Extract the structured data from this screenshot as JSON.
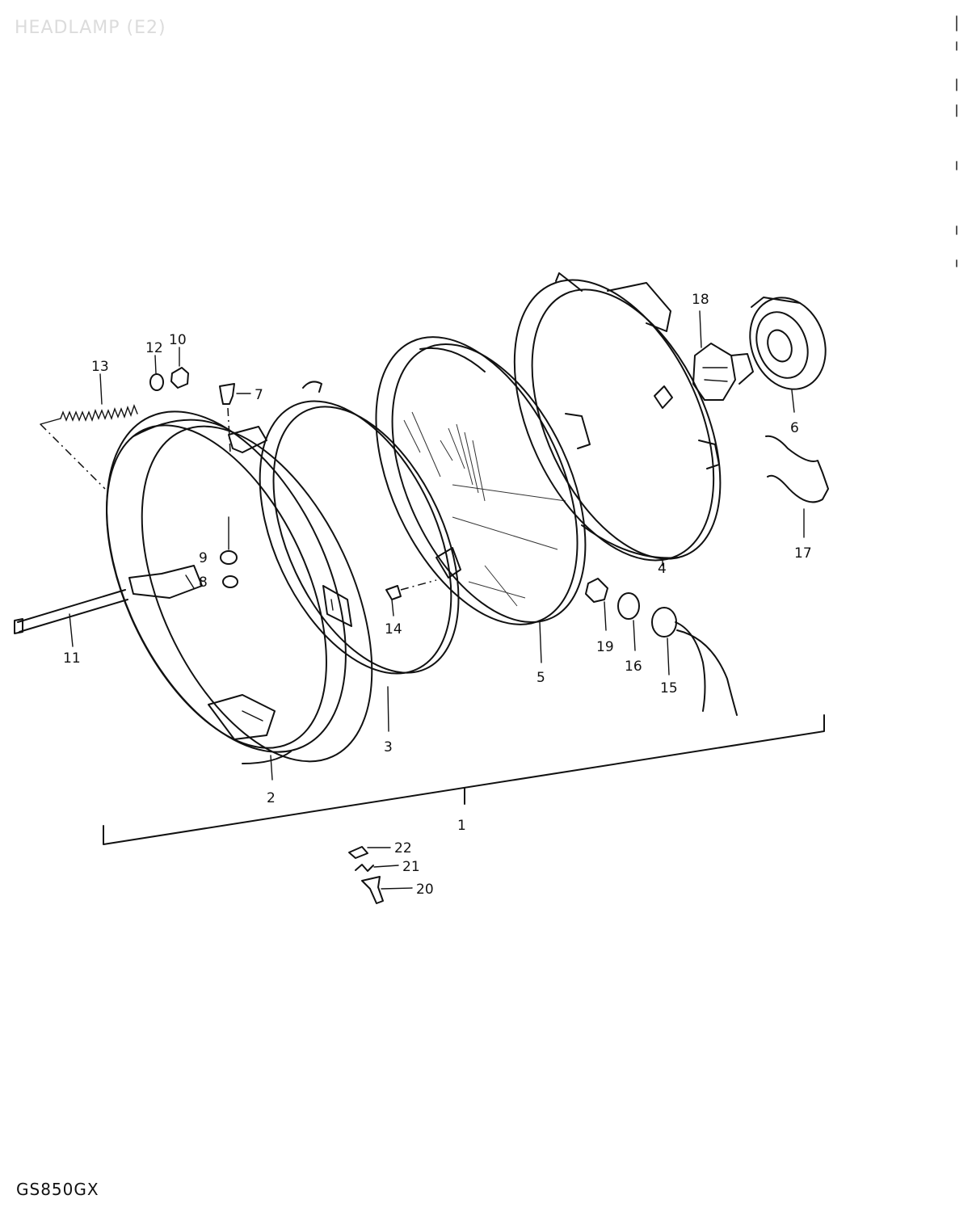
{
  "title": "HEADLAMP (E2)",
  "model": "GS850GX",
  "callouts": [
    {
      "num": "1"
    },
    {
      "num": "2"
    },
    {
      "num": "3"
    },
    {
      "num": "4"
    },
    {
      "num": "5"
    },
    {
      "num": "6"
    },
    {
      "num": "7"
    },
    {
      "num": "8"
    },
    {
      "num": "9"
    },
    {
      "num": "10"
    },
    {
      "num": "11"
    },
    {
      "num": "12"
    },
    {
      "num": "13"
    },
    {
      "num": "14"
    },
    {
      "num": "15"
    },
    {
      "num": "16"
    },
    {
      "num": "17"
    },
    {
      "num": "18"
    },
    {
      "num": "19"
    },
    {
      "num": "20"
    },
    {
      "num": "21"
    },
    {
      "num": "22"
    }
  ]
}
